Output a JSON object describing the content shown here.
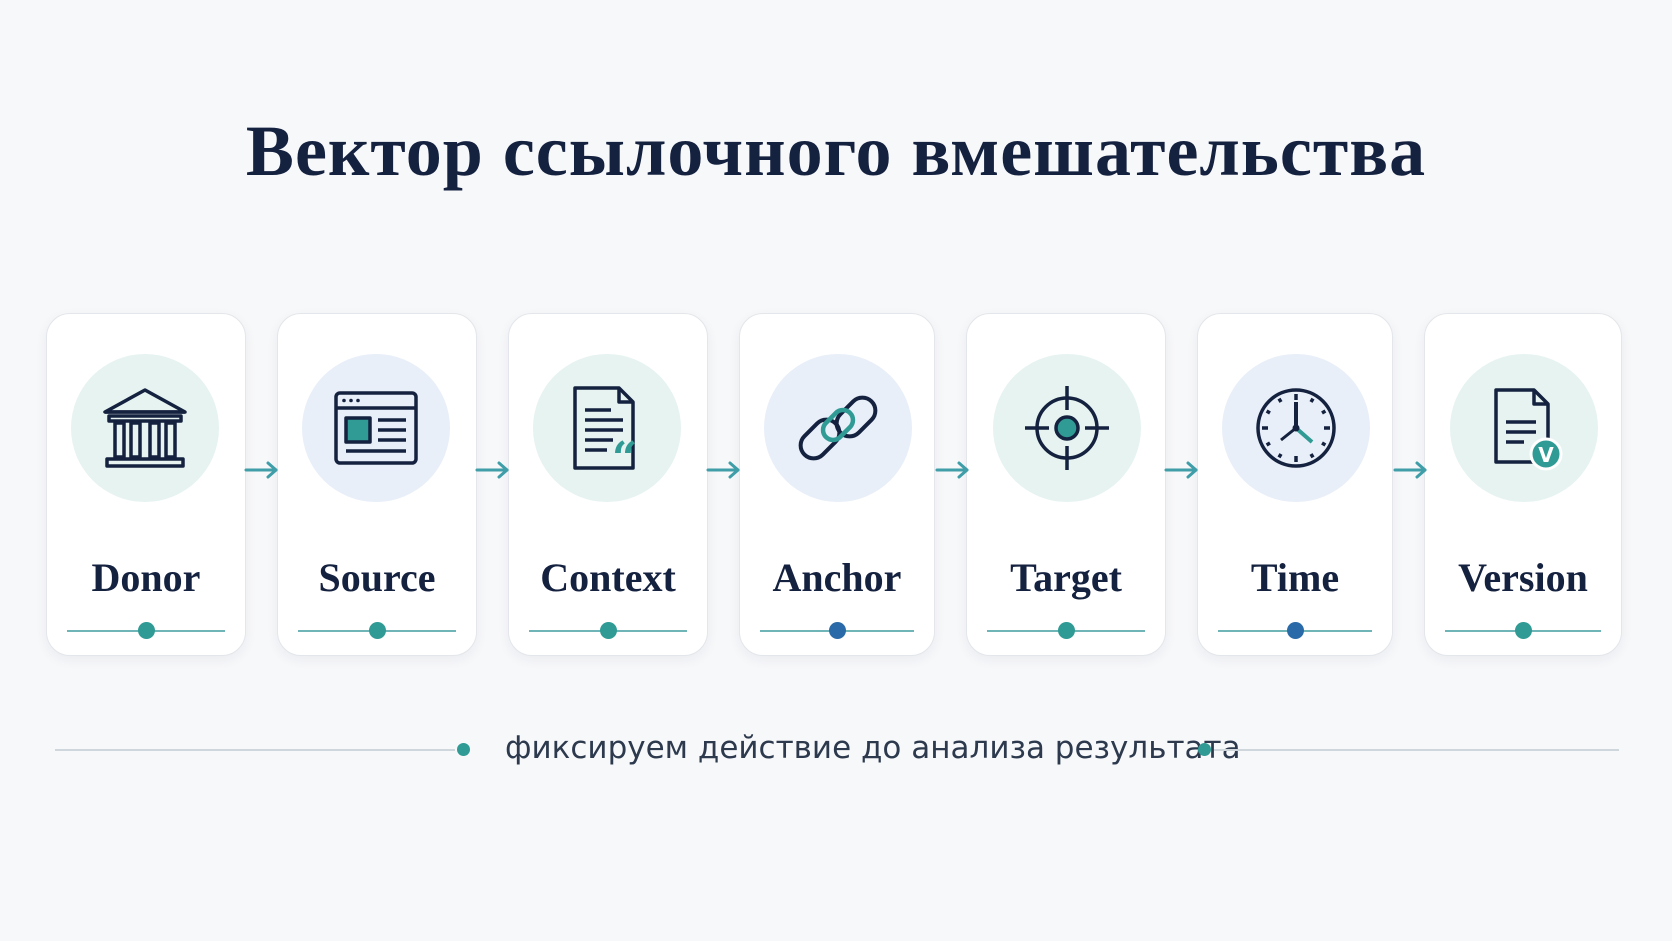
{
  "title": "Вектор ссылочного вмешательства",
  "steps": [
    {
      "label": "Donor",
      "icon": "bank-icon",
      "dot_color": "#2f9b94",
      "circle_color": "#e6f3f1"
    },
    {
      "label": "Source",
      "icon": "browser-window-icon",
      "dot_color": "#2f9b94",
      "circle_color": "#e8eff8"
    },
    {
      "label": "Context",
      "icon": "document-quote-icon",
      "dot_color": "#2f9b94",
      "circle_color": "#e6f3f1"
    },
    {
      "label": "Anchor",
      "icon": "link-icon",
      "dot_color": "#2a6aa8",
      "circle_color": "#e8eff8"
    },
    {
      "label": "Target",
      "icon": "crosshair-icon",
      "dot_color": "#2f9b94",
      "circle_color": "#e6f3f1"
    },
    {
      "label": "Time",
      "icon": "clock-icon",
      "dot_color": "#2a6aa8",
      "circle_color": "#e8eff8"
    },
    {
      "label": "Version",
      "icon": "document-version-icon",
      "dot_color": "#2f9b94",
      "circle_color": "#e6f3f1",
      "badge": "V"
    }
  ],
  "footer": {
    "text": "фиксируем действие до анализа результата"
  },
  "colors": {
    "navy": "#14213f",
    "teal": "#2f9b94",
    "arrow": "#3f9ea8"
  }
}
